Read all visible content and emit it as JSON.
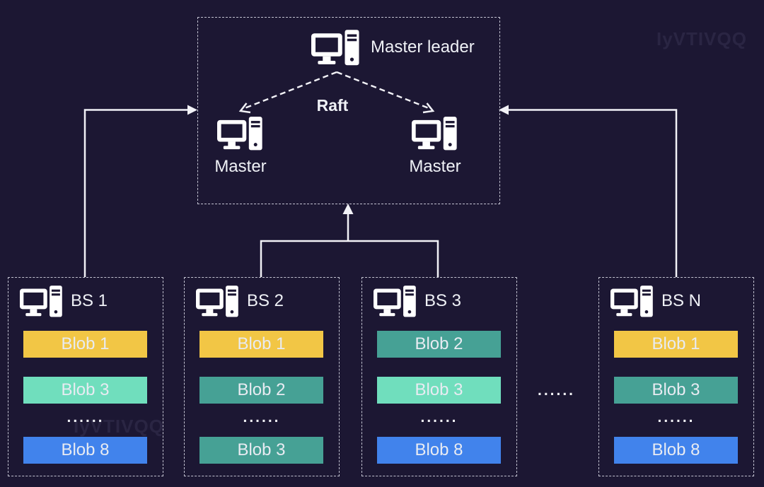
{
  "colors": {
    "bg": "#1c1733",
    "line": "#f2f2f7",
    "text": "#eff1f6"
  },
  "palette": {
    "yellow": "#f2c645",
    "mint": "#70debd",
    "teal": "#46a195",
    "blue": "#4183ec"
  },
  "watermark": {
    "text": "IyVTIVQQ"
  },
  "ellipsis": "......",
  "master_cluster": {
    "leader_label": "Master leader",
    "raft_label": "Raft",
    "left_master_label": "Master",
    "right_master_label": "Master"
  },
  "servers": [
    {
      "label": "BS 1",
      "blobs": [
        {
          "label": "Blob 1",
          "color": "yellow"
        },
        {
          "label": "Blob 3",
          "color": "mint"
        },
        {
          "label": "Blob 8",
          "color": "blue"
        }
      ]
    },
    {
      "label": "BS 2",
      "blobs": [
        {
          "label": "Blob 1",
          "color": "yellow"
        },
        {
          "label": "Blob 2",
          "color": "teal"
        },
        {
          "label": "Blob 3",
          "color": "teal"
        }
      ]
    },
    {
      "label": "BS 3",
      "blobs": [
        {
          "label": "Blob 2",
          "color": "teal"
        },
        {
          "label": "Blob 3",
          "color": "mint"
        },
        {
          "label": "Blob 8",
          "color": "blue"
        }
      ]
    },
    {
      "label": "BS N",
      "blobs": [
        {
          "label": "Blob 1",
          "color": "yellow"
        },
        {
          "label": "Blob 3",
          "color": "teal"
        },
        {
          "label": "Blob 8",
          "color": "blue"
        }
      ]
    }
  ]
}
